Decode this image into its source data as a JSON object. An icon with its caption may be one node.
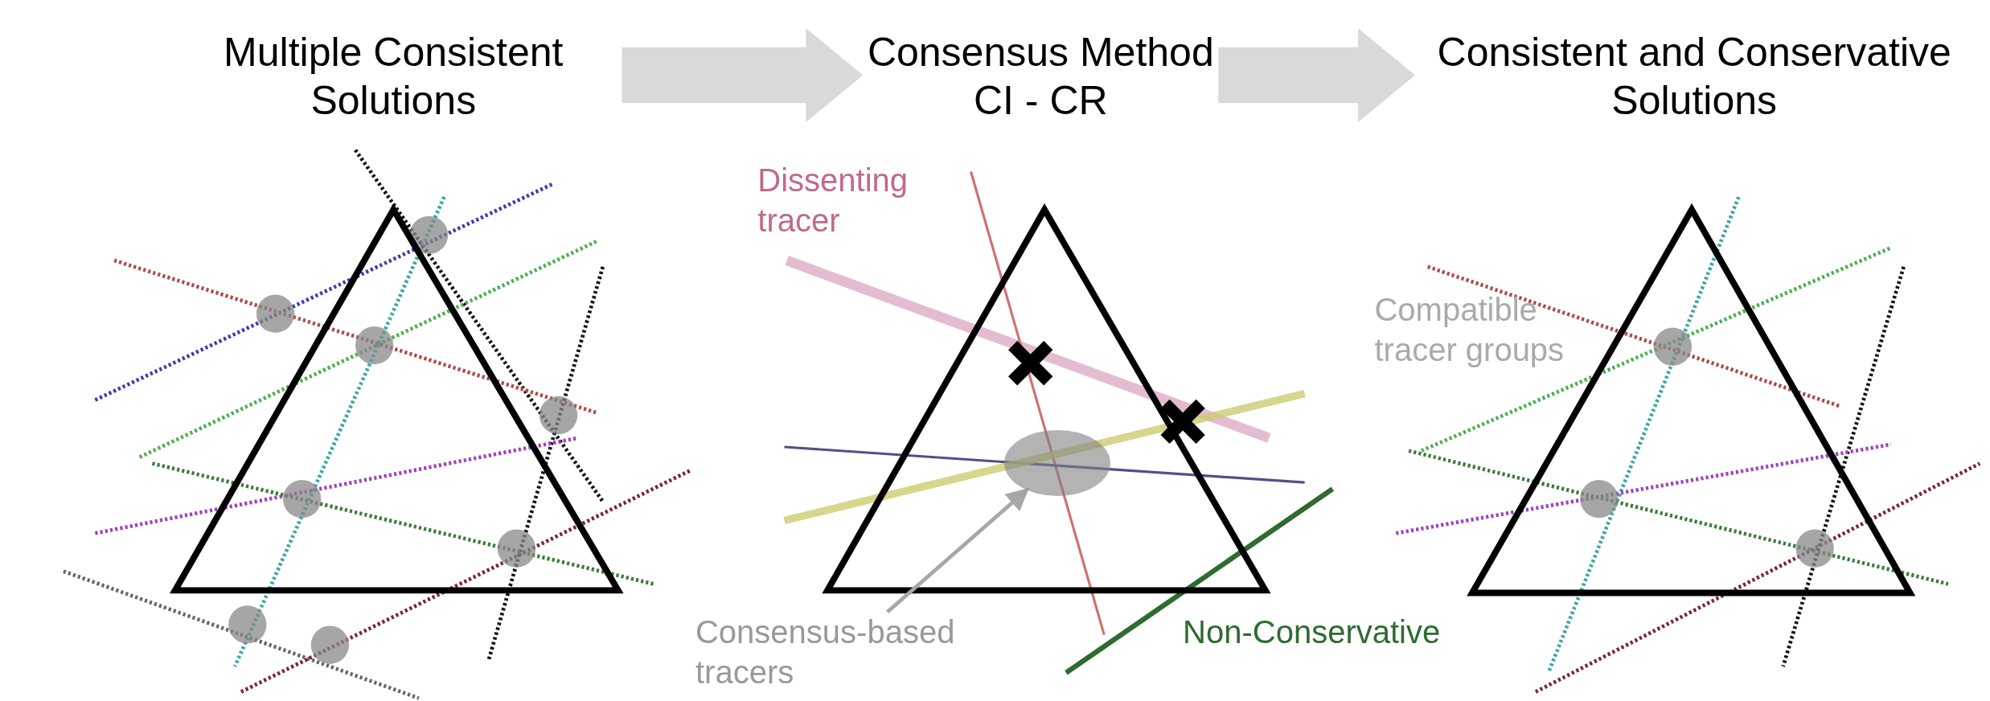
{
  "diagram": {
    "nodes": [
      {
        "text": [
          "Multiple Consistent Solutions"
        ]
      },
      {
        "text": [
          "Consensus Method CI - CR"
        ]
      },
      {
        "text": [
          "Consistent and Conservative Solutions"
        ]
      },
      {
        "text": [
          "Consensus-based tracers"
        ]
      },
      {
        "text": [],
        "shape": "ellipse"
      }
    ],
    "edges": [
      {
        "from": 0,
        "to": 1,
        "arrow": "to",
        "style": "thick"
      },
      {
        "from": 1,
        "to": 2,
        "arrow": "to",
        "style": "thick"
      },
      {
        "from": 3,
        "to": 4,
        "arrow": "to",
        "color": "#a6a6a6"
      }
    ],
    "labels": [
      "Dissenting tracer",
      "Non-Conservative",
      "Compatible tracer groups"
    ]
  }
}
